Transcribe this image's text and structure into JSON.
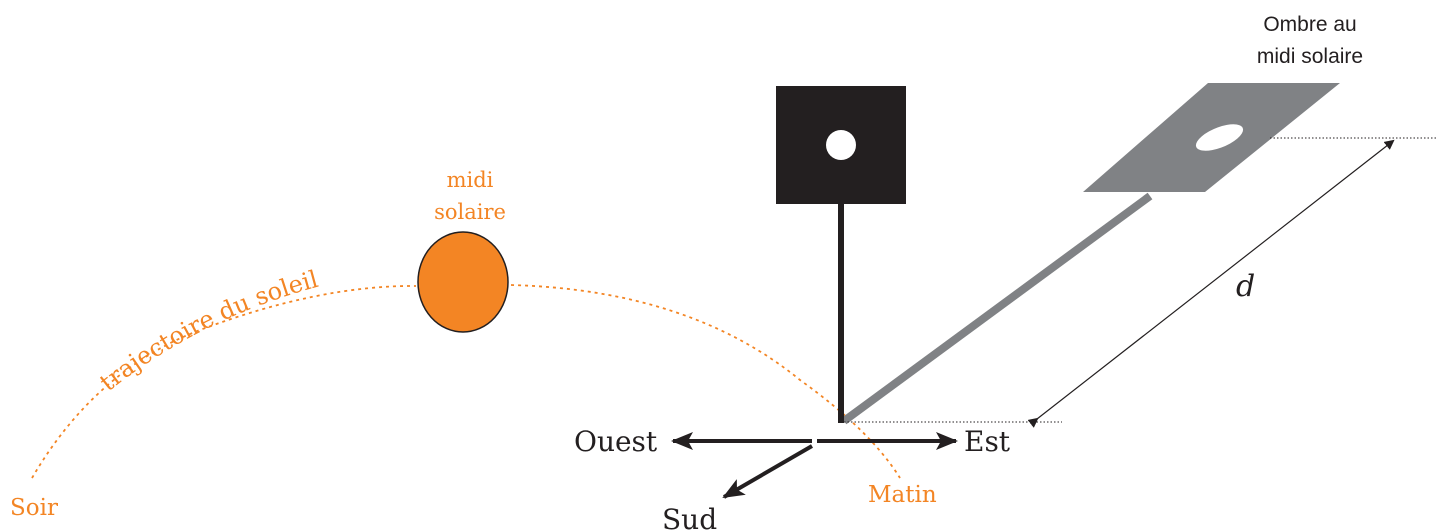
{
  "diagram": {
    "sun": {
      "label_line1": "midi",
      "label_line2": "solaire",
      "color": "#f38524"
    },
    "trajectory": {
      "label": "trajectoire du soleil",
      "color": "#f38524"
    },
    "times": {
      "evening": "Soir",
      "morning": "Matin"
    },
    "shadow": {
      "label_line1": "Ombre au",
      "label_line2": "midi solaire",
      "color": "#808285"
    },
    "gnomon": {
      "color": "#231f20"
    },
    "distance": {
      "label": "d"
    },
    "directions": {
      "west": "Ouest",
      "east": "Est",
      "south": "Sud"
    }
  }
}
